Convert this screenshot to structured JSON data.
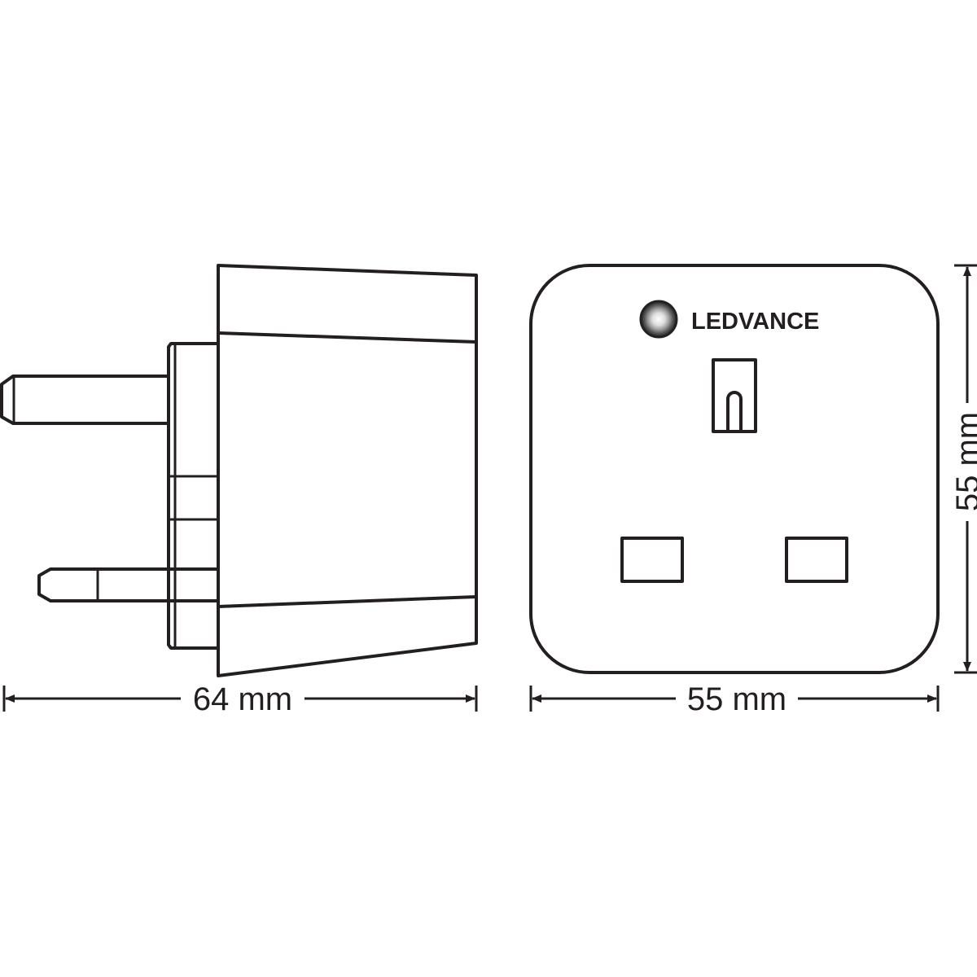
{
  "side_view": {
    "width_label": "64 mm"
  },
  "front_view": {
    "brand": "LEDVANCE",
    "width_label": "55 mm",
    "height_label": "55 mm"
  },
  "colors": {
    "line": "#231f20",
    "background": "#ffffff"
  }
}
